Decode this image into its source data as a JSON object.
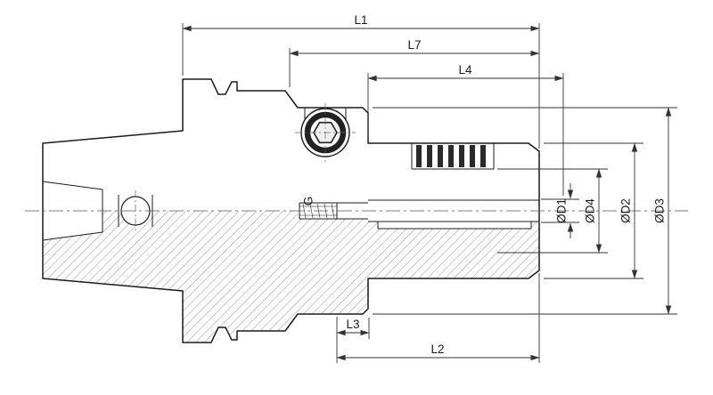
{
  "drawing": {
    "labels": {
      "L1": "L1",
      "L7": "L7",
      "L4": "L4",
      "L2": "L2",
      "L3": "L3",
      "D1": "ØD1",
      "D4": "ØD4",
      "D2": "ØD2",
      "D3": "ØD3",
      "G": "G"
    },
    "colors": {
      "background": "#ffffff",
      "outline": "#1c1c1c",
      "dimension_lines": "#333333",
      "hatch": "#666666",
      "groove_fill": "#2a2a2a"
    }
  }
}
